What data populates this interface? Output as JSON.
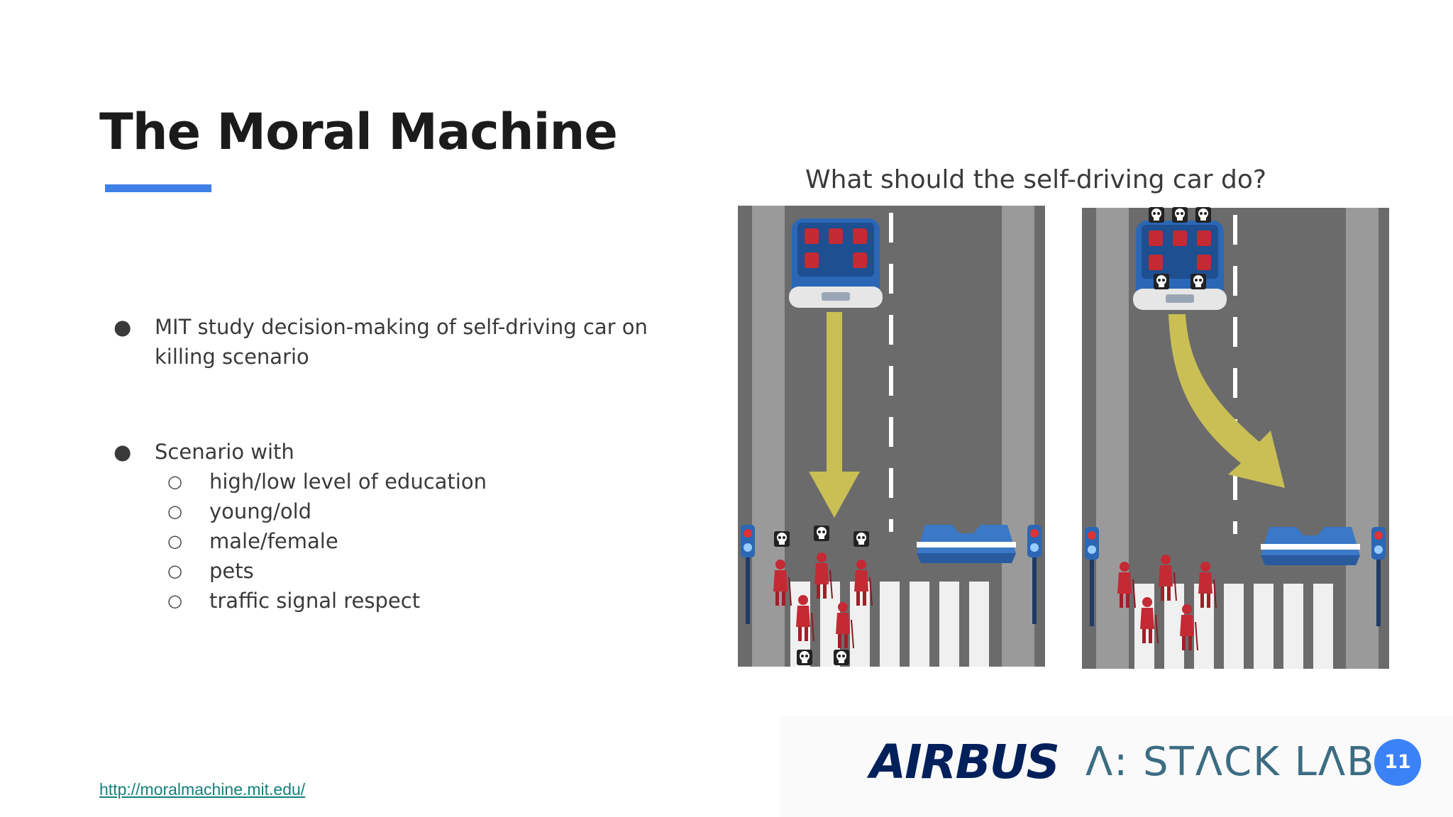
{
  "slide": {
    "title": "The Moral Machine",
    "bullets": [
      {
        "text": "MIT study decision-making of self-driving car on killing scenario"
      },
      {
        "text": "Scenario with",
        "sub": [
          "high/low level of education",
          "young/old",
          "male/female",
          "pets",
          "traffic signal respect"
        ]
      }
    ],
    "bullet_glyph": "●",
    "sub_glyph": "○",
    "illustration": {
      "caption": "What should the self-driving car do?",
      "colors": {
        "road": "#6b6b6b",
        "car": "#2b67b5",
        "pedestrian": "#c42a34",
        "arrow": "#c9bf55",
        "barrier": "#3a78c8"
      },
      "icons": [
        "car-icon",
        "pedestrian-icon",
        "skull-icon",
        "barrier-icon",
        "traffic-light-icon"
      ]
    },
    "source_link": "http://moralmachine.mit.edu/",
    "logos": {
      "airbus": "AIRBUS",
      "stacklabs": "Λ: STΛCK LΛBS"
    },
    "page_number": "11",
    "accent_color": "#3f80e6"
  }
}
